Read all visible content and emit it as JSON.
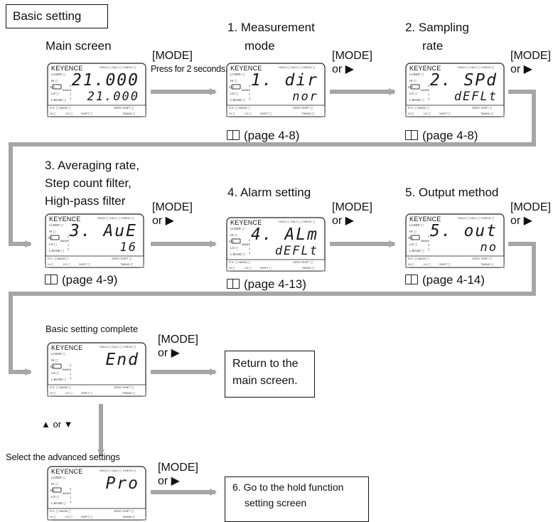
{
  "title": "Basic setting",
  "main_screen": {
    "label": "Main screen",
    "line1": "21.000",
    "line2": "21.000"
  },
  "steps": [
    {
      "id": "s1",
      "title": [
        "1. Measurement",
        "mode"
      ],
      "line1": "1. dir",
      "line2": "nor",
      "ref": "(page 4-8)"
    },
    {
      "id": "s2",
      "title": [
        "2. Sampling",
        "rate"
      ],
      "line1": "2. SPd",
      "line2": "dEFLt",
      "ref": "(page 4-8)"
    },
    {
      "id": "s3",
      "title": [
        "3. Averaging rate,",
        "Step count filter,",
        "High-pass filter"
      ],
      "line1": "3. AuE",
      "line2": "16",
      "ref": "(page 4-9)"
    },
    {
      "id": "s4",
      "title": [
        "4. Alarm setting"
      ],
      "line1": "4. ALm",
      "line2": "dEFLt",
      "ref": "(page 4-13)"
    },
    {
      "id": "s5",
      "title": [
        "5. Output method"
      ],
      "line1": "5. out",
      "line2": "no",
      "ref": "(page 4-14)"
    }
  ],
  "complete": {
    "label": "Basic setting complete",
    "line1": "End",
    "return_box": [
      "Return to the",
      "main screen."
    ]
  },
  "advanced": {
    "nav": "▲ or ▼",
    "label": "Select the advanced settings",
    "line1": "Pro",
    "go_box": [
      "6. Go to the hold function",
      "setting screen"
    ]
  },
  "arrows": {
    "mode_first": "[MODE]",
    "press": "Press for 2 seconds.",
    "mode": "[MODE]",
    "or": "or ▶"
  },
  "device_panel": {
    "brand": "KEYENCE",
    "top_labels": "HOLD ◻ CALC ◻ CHECK ◻",
    "left_labels": [
      "LASER ◻",
      "HI ◻",
      "GO",
      "LO ◻",
      "L.BASE ◻"
    ],
    "bank": "BANK",
    "bank_digits": [
      "0",
      "1",
      "2",
      "3"
    ],
    "bottom_left": [
      "R.S. ◻ MAGN ◻",
      "HI ◻",
      "LO ◻",
      "SHIFT ◻"
    ],
    "bottom_right": [
      "ZERO SHIFT ◻",
      "TIMING ◻"
    ]
  },
  "colors": {
    "arrow": "#a6a6a6",
    "frame": "#111111",
    "segment": "#1a1a1a"
  }
}
